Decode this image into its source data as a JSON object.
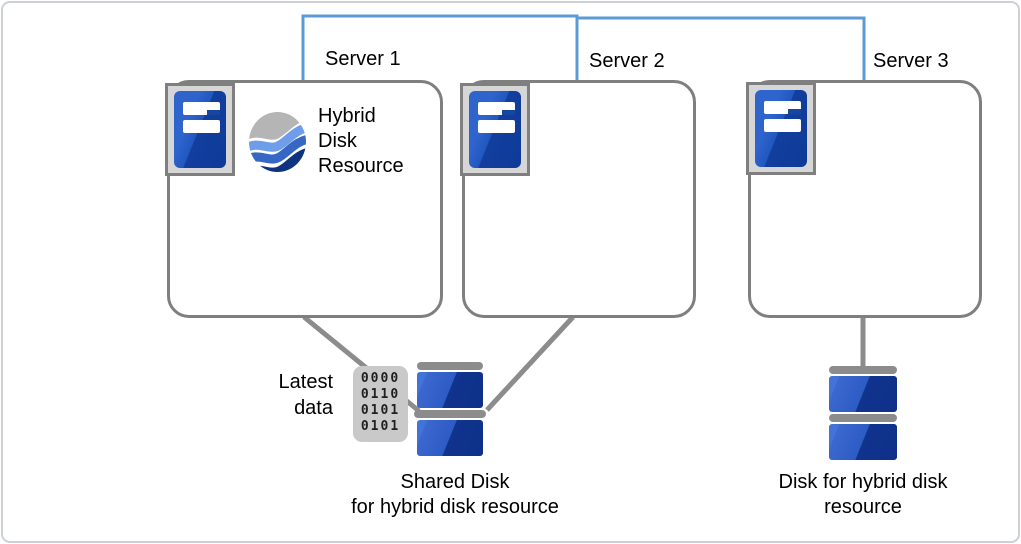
{
  "diagram": {
    "servers": [
      {
        "label": "Server 1"
      },
      {
        "label": "Server 2"
      },
      {
        "label": "Server 3"
      }
    ],
    "hybrid_resource_label": {
      "lines": [
        "Hybrid",
        "Disk",
        "Resource"
      ]
    },
    "latest_data_label": {
      "lines": [
        "Latest",
        "data"
      ]
    },
    "binary_icon": {
      "rows": [
        "0000",
        "0110",
        "0101",
        "0101"
      ]
    },
    "shared_disk_label": {
      "lines": [
        "Shared Disk",
        "for hybrid disk resource"
      ]
    },
    "hybrid_disk_label": {
      "lines": [
        "Disk for hybrid disk",
        "resource"
      ]
    },
    "colors": {
      "network_line_blue": "#5b9bd5",
      "box_border_gray": "#7f7f7f",
      "connector_gray": "#8c8c8c",
      "icon_frame_gray": "#d6d6d6",
      "server_blue_light": "#2f64cc",
      "server_blue_dark": "#0e3a97",
      "disk_blue_light": "#3b68cf",
      "disk_blue_dark": "#10338c",
      "binary_bg_gray": "#c9c9c9",
      "wave_gray": "#b5b5b5",
      "wave_light_blue": "#6e9ee9",
      "wave_mid_blue": "#3667c5",
      "wave_navy": "#0e337f",
      "text_black": "#000000"
    }
  }
}
